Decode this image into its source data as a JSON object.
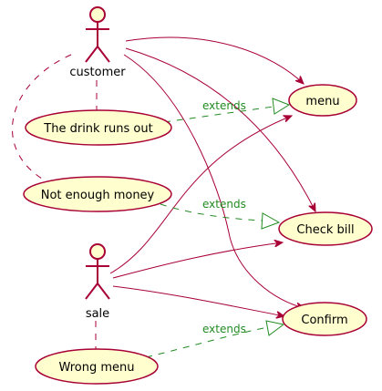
{
  "actors": {
    "customer": {
      "label": "customer"
    },
    "sale": {
      "label": "sale"
    }
  },
  "usecases": {
    "menu": {
      "label": "menu"
    },
    "check_bill": {
      "label": "Check bill"
    },
    "confirm": {
      "label": "Confirm"
    },
    "drink_runs_out": {
      "label": "The drink runs out"
    },
    "not_enough_money": {
      "label": "Not enough money"
    },
    "wrong_menu": {
      "label": "Wrong menu"
    }
  },
  "relations": {
    "extends_label": "extends"
  },
  "colors": {
    "usecase_fill": "#FEFECE",
    "border": "#A80036",
    "extends": "#228B22"
  }
}
